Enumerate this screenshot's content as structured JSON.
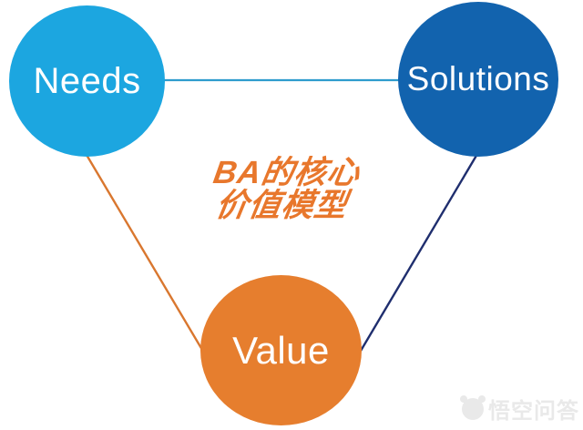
{
  "title": {
    "line1": "BA的核心",
    "line2": "价值模型"
  },
  "nodes": {
    "needs": {
      "label": "Needs"
    },
    "solutions": {
      "label": "Solutions"
    },
    "value": {
      "label": "Value"
    }
  },
  "edges": [
    {
      "from": "Needs",
      "to": "Solutions"
    },
    {
      "from": "Needs",
      "to": "Value"
    },
    {
      "from": "Solutions",
      "to": "Value"
    }
  ],
  "watermark": {
    "text": "悟空问答",
    "icon": "wukong-monkey-logo"
  },
  "colors": {
    "background": "#FFFFFF",
    "needs_fill": "#1CA6E0",
    "solutions_fill": "#1263AE",
    "value_fill": "#E67E2E",
    "node_label": "#FFFFFF",
    "title_text": "#E8772C",
    "edge_needs_solutions": "#2E9CCD",
    "edge_needs_value": "#D9772F",
    "edge_solutions_value": "#1F2E6E",
    "watermark": "#E9E9E9"
  }
}
